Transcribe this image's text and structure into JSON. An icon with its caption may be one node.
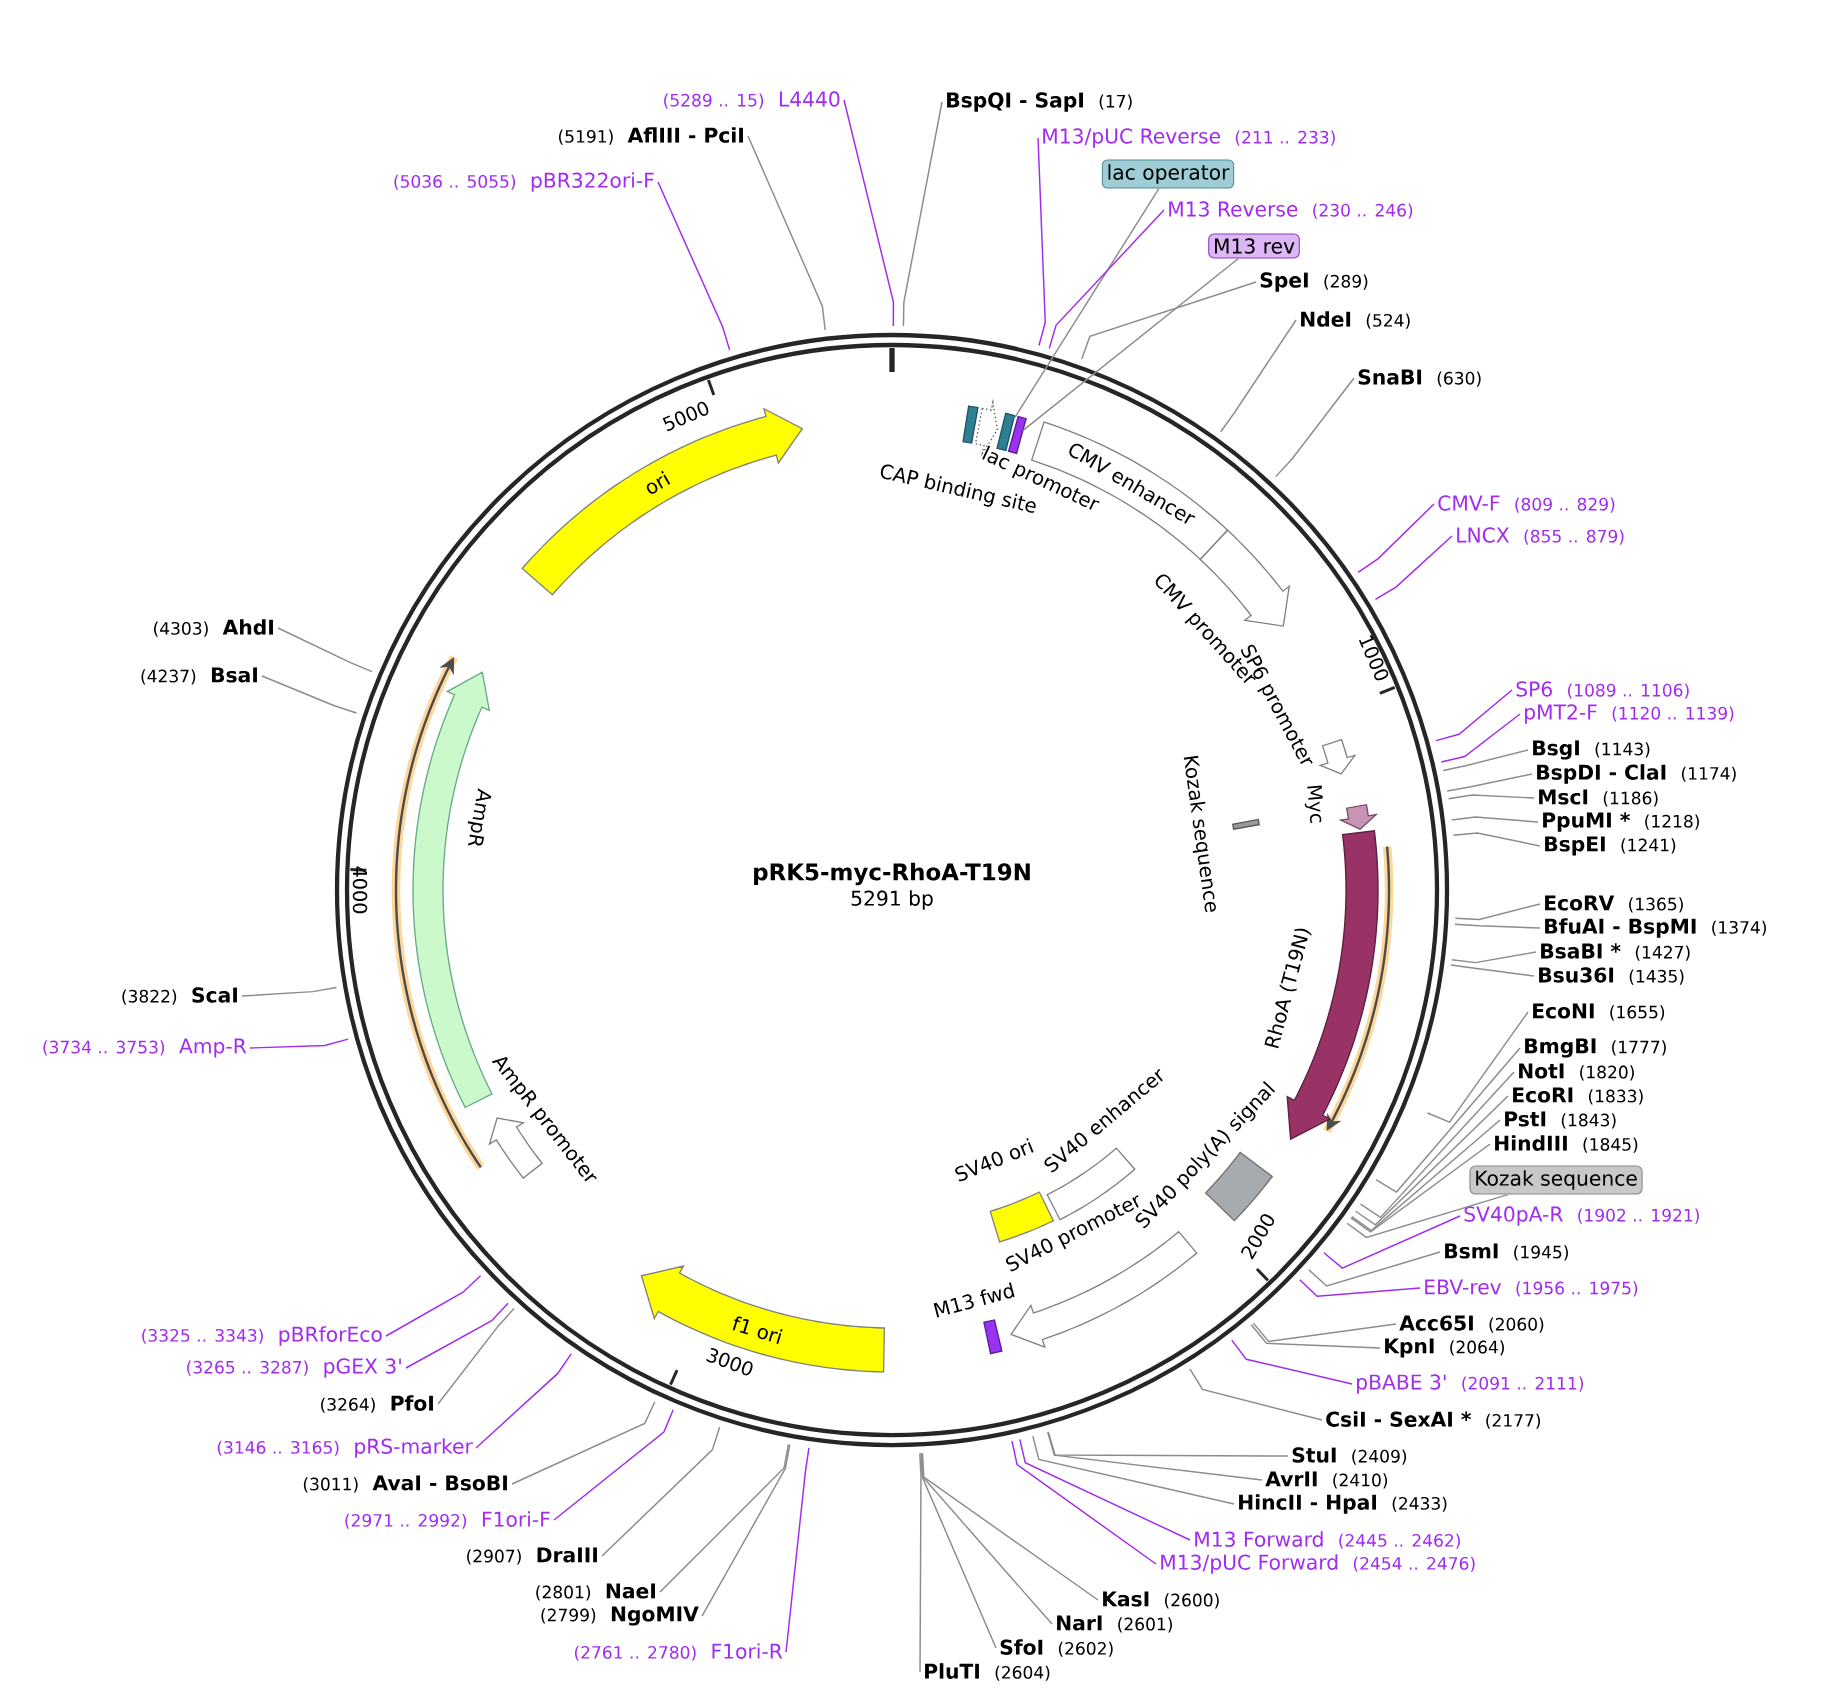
{
  "diagram": {
    "title": "pRK5-myc-RhoA-T19N",
    "nodes": [
      {
        "text": [
          "(5289 .. 15)",
          "L4440"
        ]
      },
      {
        "text": [
          "BspQI - SapI",
          "(17)"
        ]
      },
      {
        "text": [
          "M13/pUC Reverse",
          "(211 .. 233)"
        ]
      },
      {
        "text": [
          "lac operator"
        ]
      },
      {
        "text": [
          "M13 Reverse",
          "(230 .. 246)"
        ]
      },
      {
        "text": [
          "M13 rev"
        ]
      },
      {
        "text": [
          "SpeI",
          "(289)"
        ]
      },
      {
        "text": [
          "NdeI",
          "(524)"
        ]
      },
      {
        "text": [
          "SnaBI",
          "(630)"
        ]
      },
      {
        "text": [
          "CMV-F",
          "(809 .. 829)"
        ]
      },
      {
        "text": [
          "LNCX",
          "(855 .. 879)"
        ]
      },
      {
        "text": [
          "SP6",
          "(1089 .. 1106)"
        ]
      },
      {
        "text": [
          "pMT2-F",
          "(1120 .. 1139)"
        ]
      },
      {
        "text": [
          "BsgI",
          "(1143)"
        ]
      },
      {
        "text": [
          "BspDI - ClaI",
          "(1174)"
        ]
      },
      {
        "text": [
          "MscI",
          "(1186)"
        ]
      },
      {
        "text": [
          "PpuMI *",
          "(1218)"
        ]
      },
      {
        "text": [
          "BspEI",
          "(1241)"
        ]
      },
      {
        "text": [
          "EcoRV",
          "(1365)"
        ]
      },
      {
        "text": [
          "BfuAI - BspMI",
          "(1374)"
        ]
      },
      {
        "text": [
          "BsaBI *",
          "(1427)"
        ]
      },
      {
        "text": [
          "Bsu36I",
          "(1435)"
        ]
      },
      {
        "text": [
          "EcoNI",
          "(1655)"
        ]
      },
      {
        "text": [
          "BmgBI",
          "(1777)"
        ]
      },
      {
        "text": [
          "NotI",
          "(1820)"
        ]
      },
      {
        "text": [
          "EcoRI",
          "(1833)"
        ]
      },
      {
        "text": [
          "PstI",
          "(1843)"
        ]
      },
      {
        "text": [
          "HindIII",
          "(1845)"
        ]
      },
      {
        "text": [
          "Kozak sequence"
        ]
      },
      {
        "text": [
          "SV40pA-R",
          "(1902 .. 1921)"
        ]
      },
      {
        "text": [
          "BsmI",
          "(1945)"
        ]
      },
      {
        "text": [
          "EBV-rev",
          "(1956 .. 1975)"
        ]
      },
      {
        "text": [
          "Acc65I",
          "(2060)"
        ]
      },
      {
        "text": [
          "KpnI",
          "(2064)"
        ]
      },
      {
        "text": [
          "pBABE 3'",
          "(2091 .. 2111)"
        ]
      },
      {
        "text": [
          "CsiI - SexAI *",
          "(2177)"
        ]
      },
      {
        "text": [
          "StuI",
          "(2409)"
        ]
      },
      {
        "text": [
          "AvrII",
          "(2410)"
        ]
      },
      {
        "text": [
          "HincII - HpaI",
          "(2433)"
        ]
      },
      {
        "text": [
          "M13 Forward",
          "(2445 .. 2462)"
        ]
      },
      {
        "text": [
          "M13/pUC Forward",
          "(2454 .. 2476)"
        ]
      },
      {
        "text": [
          "KasI",
          "(2600)"
        ]
      },
      {
        "text": [
          "NarI",
          "(2601)"
        ]
      },
      {
        "text": [
          "SfoI",
          "(2602)"
        ]
      },
      {
        "text": [
          "PluTI",
          "(2604)"
        ]
      },
      {
        "text": [
          "(2761 .. 2780)",
          "F1ori-R"
        ]
      },
      {
        "text": [
          "(2799)",
          "NgoMIV"
        ]
      },
      {
        "text": [
          "(2801)",
          "NaeI"
        ]
      },
      {
        "text": [
          "(2907)",
          "DraIII"
        ]
      },
      {
        "text": [
          "(2971 .. 2992)",
          "F1ori-F"
        ]
      },
      {
        "text": [
          "(3011)",
          "AvaI - BsoBI"
        ]
      },
      {
        "text": [
          "(3146 .. 3165)",
          "pRS-marker"
        ]
      },
      {
        "text": [
          "(3264)",
          "PfoI"
        ]
      },
      {
        "text": [
          "(3265 .. 3287)",
          "pGEX 3'"
        ]
      },
      {
        "text": [
          "(3325 .. 3343)",
          "pBRforEco"
        ]
      },
      {
        "text": [
          "(3734 .. 3753)",
          "Amp-R"
        ]
      },
      {
        "text": [
          "(3822)",
          "ScaI"
        ]
      },
      {
        "text": [
          "(4237)",
          "BsaI"
        ]
      },
      {
        "text": [
          "(4303)",
          "AhdI"
        ]
      },
      {
        "text": [
          "(5036 .. 5055)",
          "pBR322ori-F"
        ]
      },
      {
        "text": [
          "(5191)",
          "AflIII - PciI"
        ]
      },
      {
        "text": [
          "ori"
        ]
      },
      {
        "text": [
          "CAP binding site"
        ]
      },
      {
        "text": [
          "lac promoter"
        ]
      },
      {
        "text": [],
        "shape": "box"
      },
      {
        "text": [],
        "shape": "box"
      },
      {
        "text": [
          "CMV enhancer"
        ]
      },
      {
        "text": [
          "CMV promoter"
        ]
      },
      {
        "text": [
          "SP6 promoter"
        ]
      },
      {
        "text": [
          "Kozak sequence"
        ]
      },
      {
        "text": [
          "Myc"
        ]
      },
      {
        "text": [
          "RhoA (T19N)"
        ]
      },
      {
        "text": [
          "SV40 poly(A) signal"
        ]
      },
      {
        "text": [
          "SV40 enhancer"
        ]
      },
      {
        "text": [
          "SV40 ori"
        ]
      },
      {
        "text": [
          "SV40 promoter"
        ]
      },
      {
        "text": [
          "M13 fwd"
        ]
      },
      {
        "text": [
          "f1 ori"
        ]
      },
      {
        "text": [
          "AmpR promoter"
        ]
      },
      {
        "text": [
          "AmpR"
        ]
      }
    ],
    "edges": [
      {
        "from": 0,
        "to": null,
        "arrow": "none",
        "color": "#a12cf0"
      },
      {
        "from": 1,
        "to": null,
        "arrow": "none"
      },
      {
        "from": 2,
        "to": null,
        "arrow": "none",
        "color": "#a12cf0"
      },
      {
        "from": 3,
        "to": 64,
        "arrow": "none"
      },
      {
        "from": 4,
        "to": null,
        "arrow": "none",
        "color": "#a12cf0"
      },
      {
        "from": 5,
        "to": 65,
        "arrow": "none"
      },
      {
        "from": 6,
        "to": null,
        "arrow": "none"
      },
      {
        "from": 7,
        "to": null,
        "arrow": "none"
      },
      {
        "from": 8,
        "to": null,
        "arrow": "none"
      },
      {
        "from": 9,
        "to": null,
        "arrow": "none",
        "color": "#a12cf0"
      },
      {
        "from": 10,
        "to": null,
        "arrow": "none",
        "color": "#a12cf0"
      },
      {
        "from": 11,
        "to": null,
        "arrow": "none",
        "color": "#a12cf0"
      },
      {
        "from": 12,
        "to": null,
        "arrow": "none",
        "color": "#a12cf0"
      },
      {
        "from": 13,
        "to": null,
        "arrow": "none"
      },
      {
        "from": 14,
        "to": null,
        "arrow": "none"
      },
      {
        "from": 15,
        "to": null,
        "arrow": "none"
      },
      {
        "from": 16,
        "to": null,
        "arrow": "none"
      },
      {
        "from": 17,
        "to": null,
        "arrow": "none"
      },
      {
        "from": 18,
        "to": null,
        "arrow": "none"
      },
      {
        "from": 19,
        "to": null,
        "arrow": "none"
      },
      {
        "from": 20,
        "to": null,
        "arrow": "none"
      },
      {
        "from": 21,
        "to": null,
        "arrow": "none"
      },
      {
        "from": 22,
        "to": null,
        "arrow": "none"
      },
      {
        "from": 23,
        "to": null,
        "arrow": "none"
      },
      {
        "from": 24,
        "to": null,
        "arrow": "none"
      },
      {
        "from": 25,
        "to": null,
        "arrow": "none"
      },
      {
        "from": 26,
        "to": null,
        "arrow": "none"
      },
      {
        "from": 27,
        "to": null,
        "arrow": "none"
      },
      {
        "from": 28,
        "to": null,
        "arrow": "none"
      },
      {
        "from": 29,
        "to": null,
        "arrow": "none",
        "color": "#a12cf0"
      },
      {
        "from": 30,
        "to": null,
        "arrow": "none"
      },
      {
        "from": 31,
        "to": null,
        "arrow": "none",
        "color": "#a12cf0"
      },
      {
        "from": 32,
        "to": null,
        "arrow": "none"
      },
      {
        "from": 33,
        "to": null,
        "arrow": "none"
      },
      {
        "from": 34,
        "to": null,
        "arrow": "none",
        "color": "#a12cf0"
      },
      {
        "from": 35,
        "to": null,
        "arrow": "none"
      },
      {
        "from": 36,
        "to": null,
        "arrow": "none"
      },
      {
        "from": 37,
        "to": null,
        "arrow": "none"
      },
      {
        "from": 38,
        "to": null,
        "arrow": "none"
      },
      {
        "from": 39,
        "to": null,
        "arrow": "none",
        "color": "#a12cf0"
      },
      {
        "from": 40,
        "to": null,
        "arrow": "none",
        "color": "#a12cf0"
      },
      {
        "from": 41,
        "to": null,
        "arrow": "none"
      },
      {
        "from": 42,
        "to": null,
        "arrow": "none"
      },
      {
        "from": 43,
        "to": null,
        "arrow": "none"
      },
      {
        "from": 44,
        "to": null,
        "arrow": "none"
      },
      {
        "from": 45,
        "to": null,
        "arrow": "none",
        "color": "#a12cf0"
      },
      {
        "from": 46,
        "to": null,
        "arrow": "none"
      },
      {
        "from": 47,
        "to": null,
        "arrow": "none"
      },
      {
        "from": 48,
        "to": null,
        "arrow": "none"
      },
      {
        "from": 49,
        "to": null,
        "arrow": "none",
        "color": "#a12cf0"
      },
      {
        "from": 50,
        "to": null,
        "arrow": "none"
      },
      {
        "from": 51,
        "to": null,
        "arrow": "none",
        "color": "#a12cf0"
      },
      {
        "from": 52,
        "to": null,
        "arrow": "none"
      },
      {
        "from": 53,
        "to": null,
        "arrow": "none",
        "color": "#a12cf0"
      },
      {
        "from": 54,
        "to": null,
        "arrow": "none",
        "color": "#a12cf0"
      },
      {
        "from": 55,
        "to": null,
        "arrow": "none",
        "color": "#a12cf0"
      },
      {
        "from": 56,
        "to": null,
        "arrow": "none"
      },
      {
        "from": 57,
        "to": null,
        "arrow": "none"
      },
      {
        "from": 58,
        "to": null,
        "arrow": "none"
      },
      {
        "from": 59,
        "to": null,
        "arrow": "none",
        "color": "#a12cf0"
      },
      {
        "from": 60,
        "to": null,
        "arrow": "none"
      }
    ],
    "labels": [
      "5291 bp",
      "1000",
      "2000",
      "3000",
      "4000",
      "5000"
    ]
  }
}
